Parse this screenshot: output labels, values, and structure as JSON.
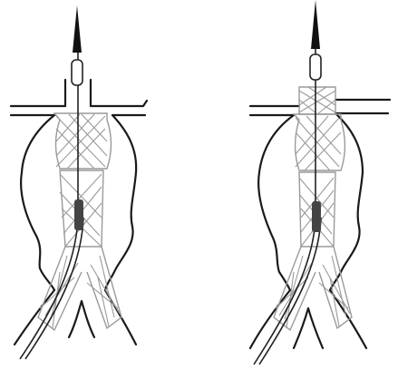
{
  "figure": {
    "panels": [
      {
        "id": "left",
        "stage": "stent-graft-deployed"
      },
      {
        "id": "right",
        "stage": "proximal-extension-deployed"
      }
    ]
  },
  "colors": {
    "vessel_wall": "#1a1a1a",
    "stent_mesh": "#9a9a9a",
    "guidewire": "#222222",
    "catheter_fill": "#ffffff",
    "tip": "#111111"
  },
  "icons": {
    "aortic_wall": "aortic-aneurysm-outline",
    "stent": "stent-graft-mesh",
    "catheter": "delivery-catheter",
    "tip": "guidewire-tip"
  }
}
